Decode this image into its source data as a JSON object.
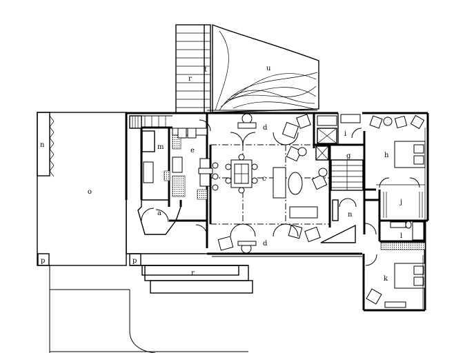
{
  "labels": {
    "a": "a",
    "c": "c",
    "d": "d",
    "e": "e",
    "g": "g",
    "h": "h",
    "i": "i",
    "j": "j",
    "k": "k",
    "l": "l",
    "m": "m",
    "n": "n",
    "o": "o",
    "p": "p",
    "r": "r",
    "t": "t",
    "u": "u"
  }
}
